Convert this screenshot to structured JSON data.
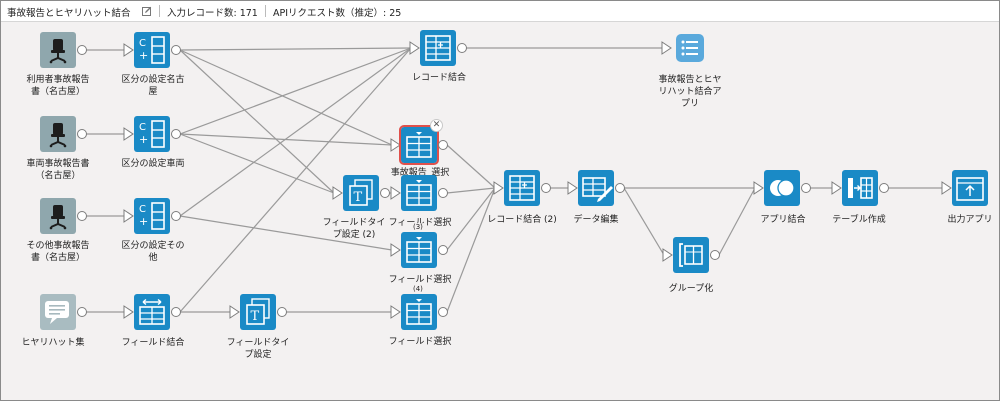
{
  "header": {
    "title": "事故報告とヒヤリハット結合",
    "input_records": "入力レコード数: 171",
    "api_requests": "APIリクエスト数（推定）: 25"
  },
  "colors": {
    "node_blue": "#1a8ac6",
    "node_gray": "#8fa7ad",
    "selected_outline": "#e0504b",
    "edge": "#9a9a9a",
    "canvas_bg": "#f3f1f1"
  },
  "nodes": {
    "src_user_report": {
      "lines": [
        "利用者事故報告",
        "書（名古屋）"
      ],
      "icon": "office-chair-icon"
    },
    "src_vehicle_report": {
      "lines": [
        "車両事故報告書",
        "（名古屋）"
      ],
      "icon": "office-chair-icon"
    },
    "src_other_report": {
      "lines": [
        "その他事故報告",
        "書（名古屋）"
      ],
      "icon": "office-chair-icon"
    },
    "src_hiyari": {
      "lines": [
        "ヒヤリハット集"
      ],
      "icon": "chat-bubble-icon"
    },
    "calc_nagoya": {
      "lines": [
        "区分の設定名古",
        "屋"
      ],
      "icon": "calc-column-icon"
    },
    "calc_vehicle": {
      "lines": [
        "区分の設定車両"
      ],
      "icon": "calc-column-icon"
    },
    "calc_other": {
      "lines": [
        "区分の設定その",
        "他"
      ],
      "icon": "calc-column-icon"
    },
    "field_join": {
      "lines": [
        "フィールド結合"
      ],
      "icon": "field-merge-icon"
    },
    "field_type_2": {
      "lines": [
        "フィールドタイ",
        "プ設定 (2)"
      ],
      "icon": "field-type-icon"
    },
    "field_type": {
      "lines": [
        "フィールドタイ",
        "プ設定"
      ],
      "icon": "field-type-icon"
    },
    "field_select_a": {
      "lines": [
        "事故報告_選択"
      ],
      "icon": "field-select-icon"
    },
    "field_select_b": {
      "lines": [
        "フィールド選択"
      ],
      "icon": "field-select-icon"
    },
    "field_select_c": {
      "lines": [
        "フィールド選択"
      ],
      "icon": "field-select-icon",
      "badge": "(3)"
    },
    "field_select_d": {
      "lines": [
        "フィールド選択"
      ],
      "icon": "field-select-icon",
      "badge": "(4)"
    },
    "record_join_top": {
      "lines": [
        "レコード結合"
      ],
      "icon": "record-join-icon"
    },
    "record_join_2": {
      "lines": [
        "レコード結合 (2)"
      ],
      "icon": "record-join-icon"
    },
    "data_edit": {
      "lines": [
        "データ編集"
      ],
      "icon": "data-edit-icon"
    },
    "group": {
      "lines": [
        "グループ化"
      ],
      "icon": "group-icon"
    },
    "app_join": {
      "lines": [
        "アプリ結合"
      ],
      "icon": "app-join-icon"
    },
    "table_create": {
      "lines": [
        "テーブル作成"
      ],
      "icon": "table-create-icon"
    },
    "output_app": {
      "lines": [
        "出力アプリ"
      ],
      "icon": "output-app-icon"
    },
    "out_app_top": {
      "lines": [
        "事故報告とヒヤ",
        "リハット結合ア",
        "プリ"
      ],
      "icon": "app-list-icon"
    }
  }
}
